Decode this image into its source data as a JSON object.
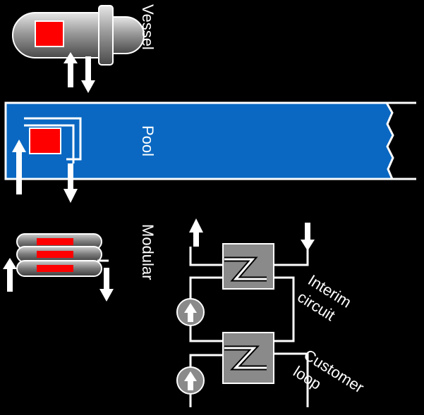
{
  "labels": {
    "vessel": "Vessel",
    "pool": "Pool",
    "modular": "Modular",
    "interim_line1": "Interim",
    "interim_line2": "circuit",
    "customer_line1": "Customer",
    "customer_line2": "loop"
  },
  "colors": {
    "background": "#000000",
    "pool_blue": "#0a68c2",
    "core_red": "#ff0000",
    "metal_gray": "#8a8a8a",
    "line_white": "#ffffff"
  }
}
